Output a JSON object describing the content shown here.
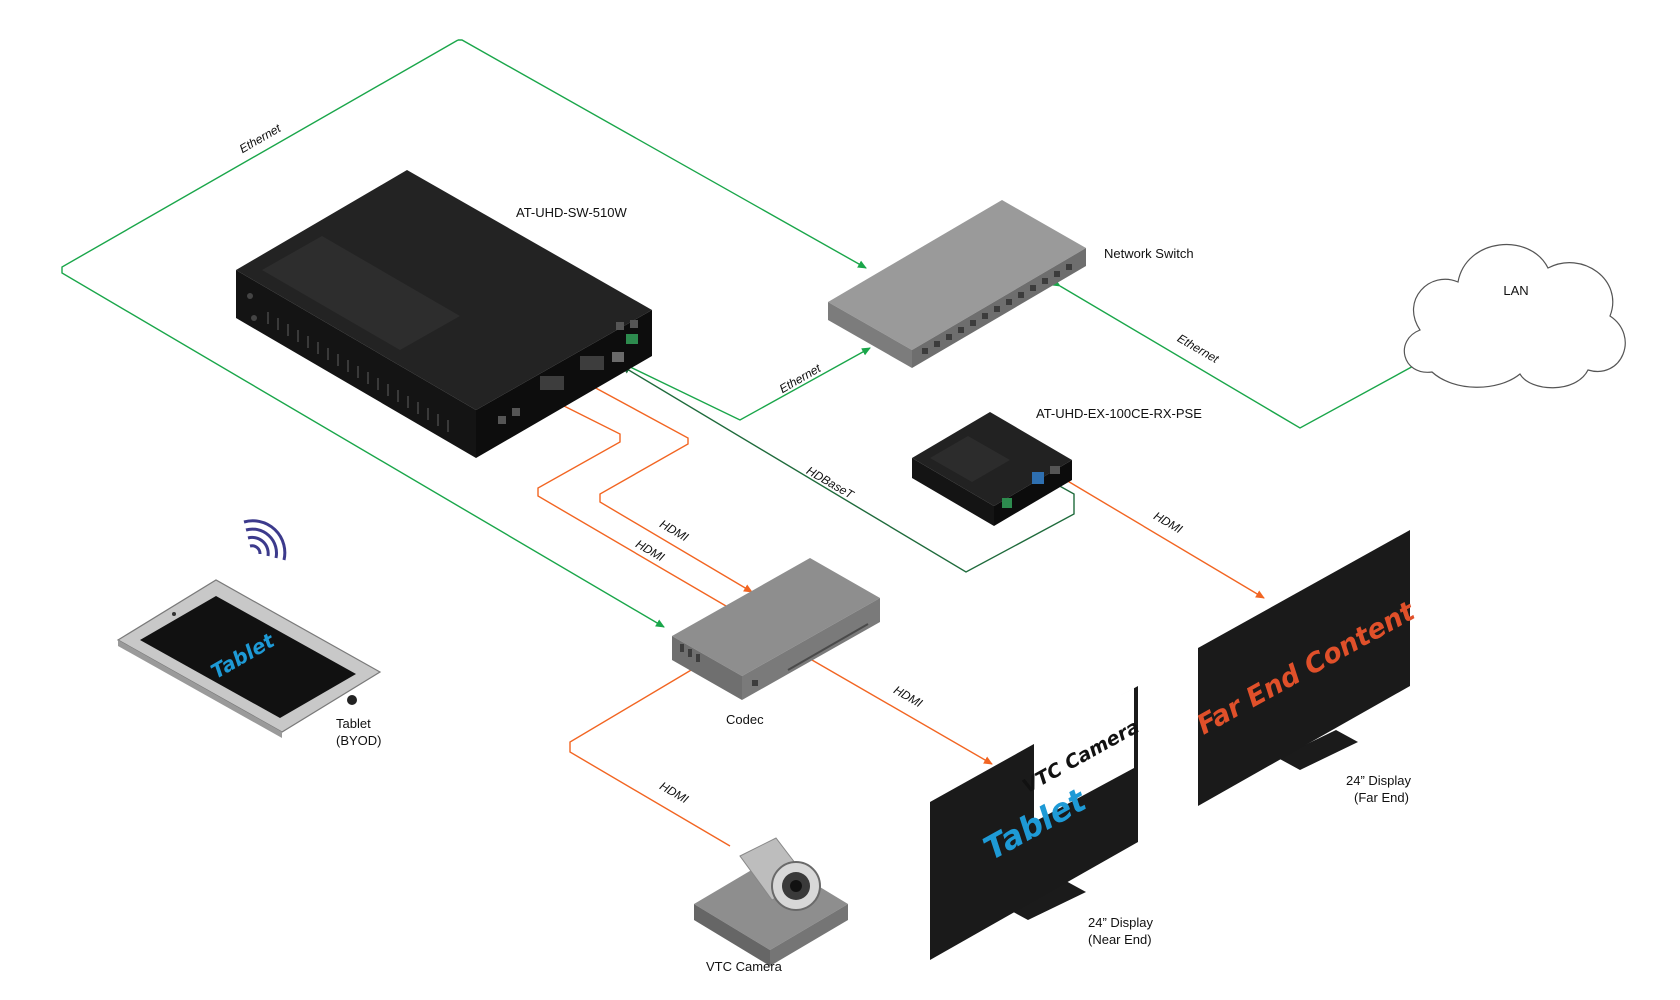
{
  "devices": {
    "switcher": "AT-UHD-SW-510W",
    "network_switch": "Network Switch",
    "lan": "LAN",
    "receiver": "AT-UHD-EX-100CE-RX-PSE",
    "codec": "Codec",
    "tablet_line1": "Tablet",
    "tablet_line2": "(BYOD)",
    "camera": "VTC Camera",
    "near_display_line1": "24” Display",
    "near_display_line2": "(Near End)",
    "far_display_line1": "24” Display",
    "far_display_line2": "(Far End)"
  },
  "screens": {
    "tablet": "Tablet",
    "near_main": "Tablet",
    "near_pip": "VTC Camera",
    "far": "Far End Content"
  },
  "connections": {
    "ethernet_top": "Ethernet",
    "ethernet_switch": "Ethernet",
    "ethernet_lan": "Ethernet",
    "hdbaset": "HDBaseT",
    "hdmi_1": "HDMI",
    "hdmi_2": "HDMI",
    "hdmi_codec_display": "HDMI",
    "hdmi_camera": "HDMI",
    "hdmi_far": "HDMI"
  },
  "colors": {
    "ethernet": "#1aa64a",
    "hdbaset": "#1f6b3c",
    "hdmi": "#f26522",
    "screen_blue": "#1e9ad6",
    "screen_orange": "#e0502a"
  }
}
